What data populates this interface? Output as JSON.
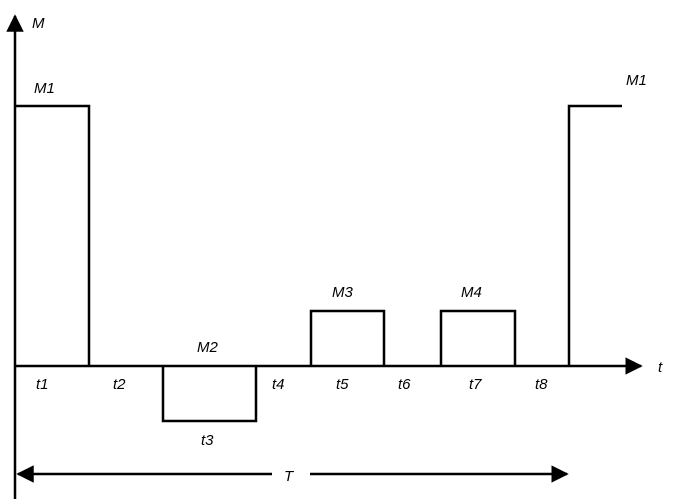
{
  "axes": {
    "y_label": "M",
    "x_label": "t"
  },
  "levels": {
    "m1_left": "M1",
    "m1_right": "M1",
    "m2": "M2",
    "m3": "M3",
    "m4": "M4"
  },
  "time_marks": [
    "t1",
    "t2",
    "t3",
    "t4",
    "t5",
    "t6",
    "t7",
    "t8"
  ],
  "period": {
    "label": "T"
  }
}
